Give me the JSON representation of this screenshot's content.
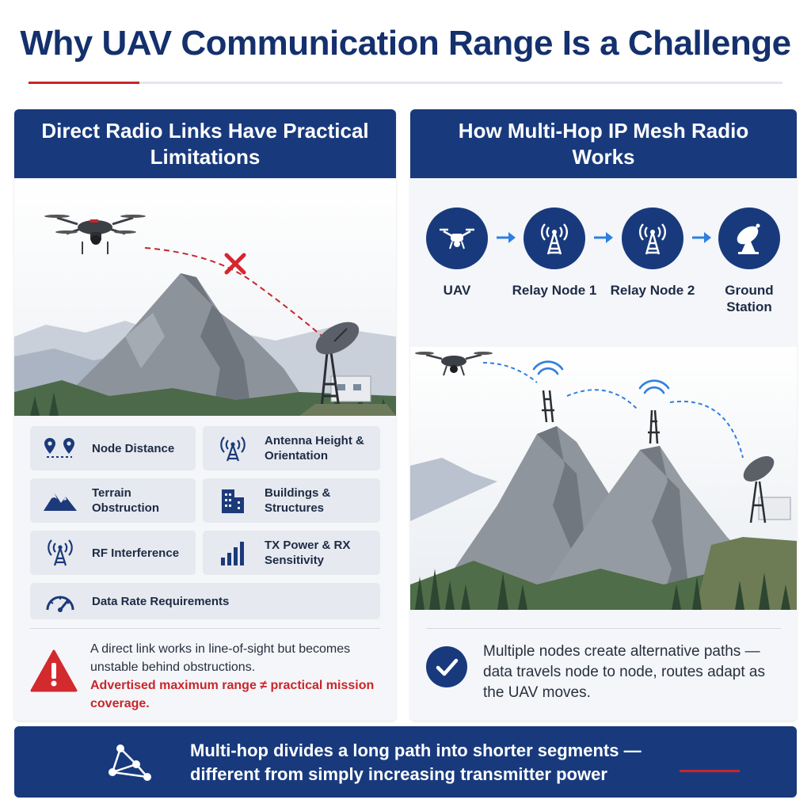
{
  "title": "Why UAV Communication Range Is a Challenge",
  "left_panel": {
    "heading": "Direct Radio Links Have Practical Limitations",
    "factors": [
      {
        "label": "Node Distance",
        "icon": "map-pins-icon"
      },
      {
        "label": "Antenna Height & Orientation",
        "icon": "antenna-tower-icon"
      },
      {
        "label": "Terrain Obstruction",
        "icon": "mountains-icon"
      },
      {
        "label": "Buildings & Structures",
        "icon": "buildings-icon"
      },
      {
        "label": "RF Interference",
        "icon": "radio-signal-icon"
      },
      {
        "label": "TX Power & RX Sensitivity",
        "icon": "signal-bars-icon"
      },
      {
        "label": "Data Rate Requirements",
        "icon": "speedometer-icon"
      }
    ],
    "note": "A direct link works in line-of-sight but becomes unstable behind obstructions.",
    "note_emphasis": "Advertised maximum range ≠ practical mission coverage."
  },
  "right_panel": {
    "heading": "How Multi-Hop IP Mesh Radio Works",
    "steps": [
      {
        "label": "UAV",
        "icon": "drone-icon"
      },
      {
        "label": "Relay Node 1",
        "icon": "relay-tower-icon"
      },
      {
        "label": "Relay Node 2",
        "icon": "relay-tower-icon"
      },
      {
        "label": "Ground Station",
        "icon": "satellite-dish-icon"
      }
    ],
    "note": "Multiple nodes create alternative paths — data travels node to node, routes adapt as the UAV moves."
  },
  "banner": {
    "line1": "Multi-hop divides a long path into shorter segments —",
    "line2": "different from simply increasing transmitter power"
  },
  "colors": {
    "navy": "#183a7d",
    "title_navy": "#14306d",
    "accent_red": "#c8262b",
    "link_blue": "#2f7fe0"
  }
}
